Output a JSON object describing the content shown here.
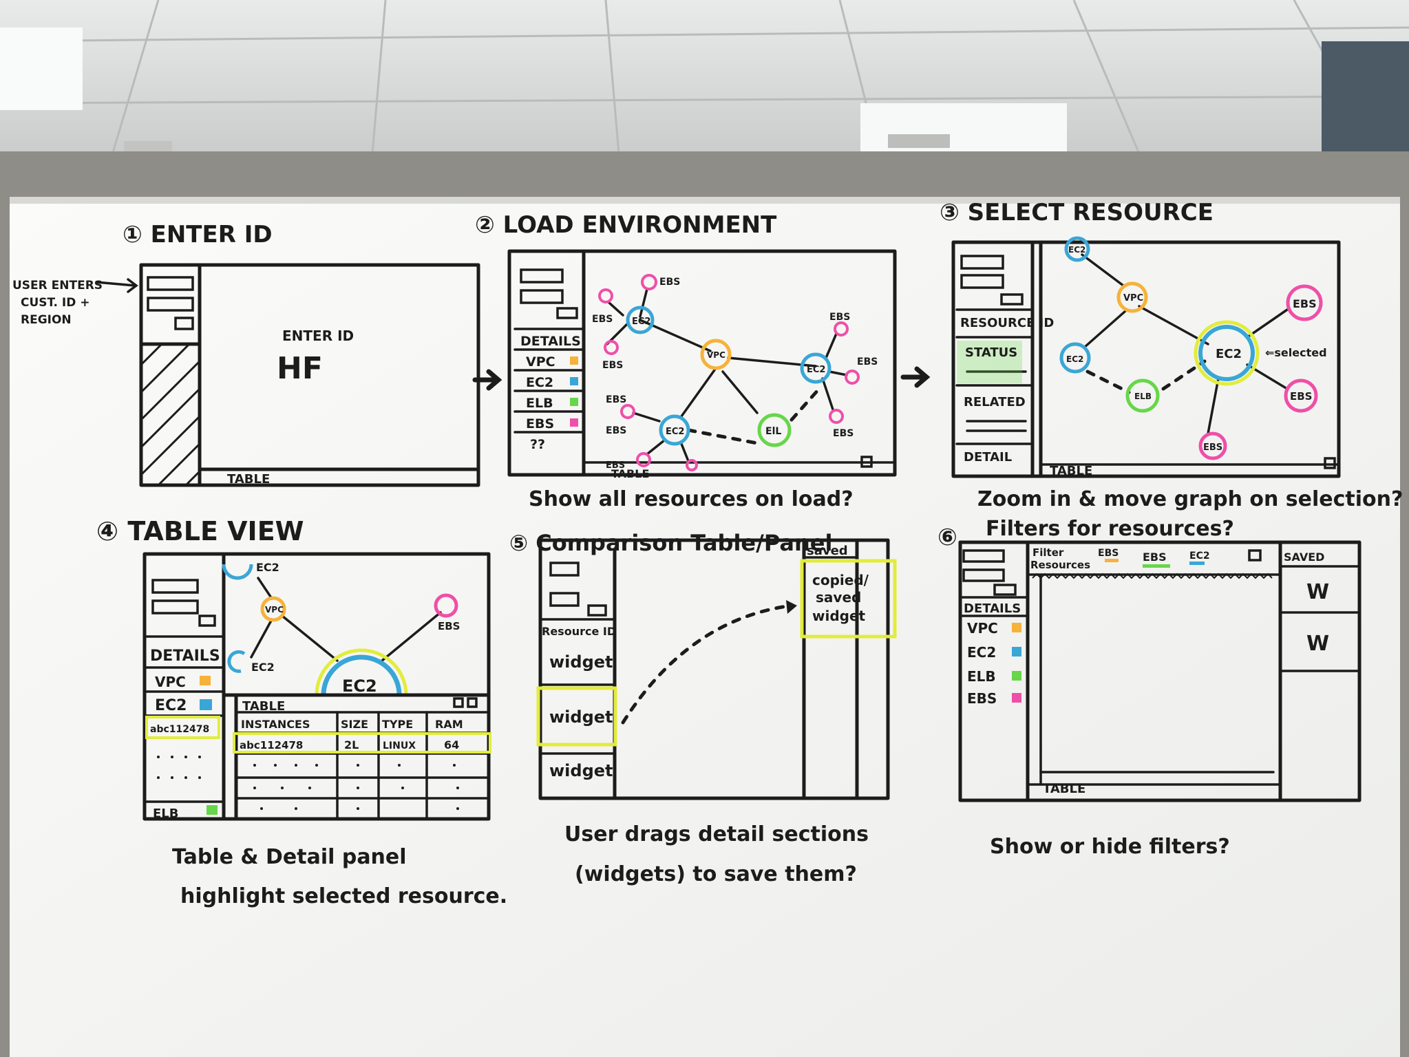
{
  "colors": {
    "vpc": "#f6b23a",
    "ec2": "#3aa6d6",
    "elb": "#67d64a",
    "ebs": "#ef4fa8",
    "highlight": "#e2ec3c",
    "ink": "#1c1c1c",
    "board": "#f7f7f4"
  },
  "icons": {
    "ceiling_lights": "ceiling-light-icon",
    "arrow": "arrow-right-icon"
  },
  "step1": {
    "title": "① ENTER ID",
    "side_note": [
      "USER ENTERS",
      "CUST. ID +",
      "REGION"
    ],
    "center_label": "ENTER ID",
    "center_value": "HF",
    "table_label": "TABLE"
  },
  "step2": {
    "title": "② LOAD ENVIRONMENT",
    "sidebar": [
      "DETAILS",
      "VPC",
      "EC2",
      "ELB",
      "EBS",
      "??"
    ],
    "nodes": {
      "vpc": "VPC",
      "ec2": "EC2",
      "elb": "ElL",
      "ebs": "EBS"
    },
    "table_label": "TABLE",
    "question": "Show all resources on load?"
  },
  "step3": {
    "title": "③ SELECT RESOURCE",
    "sidebar": [
      "RESOURCE ID",
      "STATUS",
      "RELATED",
      "DETAIL"
    ],
    "nodes": {
      "vpc": "VPC",
      "ec2": "EC2",
      "elb": "ELB",
      "ebs": "EBS"
    },
    "selected_note": "⇐selected",
    "table_label": "TABLE",
    "question": "Zoom in & move graph on selection?"
  },
  "step4": {
    "title": "④ TABLE VIEW",
    "sidebar": [
      "DETAILS",
      "VPC",
      "EC2",
      "abc112478",
      "ELB"
    ],
    "nodes": {
      "vpc": "VPC",
      "ec2": "EC2",
      "ebs": "EBS"
    },
    "table_label": "TABLE",
    "table_headers": [
      "INSTANCES",
      "SIZE",
      "TYPE",
      "RAM"
    ],
    "table_row": [
      "abc112478",
      "2L",
      "LINUX",
      "64"
    ],
    "caption": [
      "Table & Detail panel",
      "highlight selected resource."
    ]
  },
  "step5": {
    "title": "⑤ Comparison Table/Panel",
    "sidebar": [
      "Resource ID",
      "widget",
      "widget",
      "widget"
    ],
    "saved_header": "saved",
    "saved_widget": [
      "copied/",
      "saved",
      "widget"
    ],
    "caption": [
      "User drags detail sections",
      "(widgets) to save them?"
    ]
  },
  "step6": {
    "question": "Filters for resources?",
    "filter_label": [
      "Filter",
      "Resources"
    ],
    "filters": [
      "EBS",
      "EBS",
      "EC2"
    ],
    "saved_header": "SAVED",
    "saved_items": [
      "W",
      "W"
    ],
    "sidebar": [
      "DETAILS",
      "VPC",
      "EC2",
      "ELB",
      "EBS"
    ],
    "table_label": "TABLE",
    "caption": "Show or hide filters?"
  }
}
